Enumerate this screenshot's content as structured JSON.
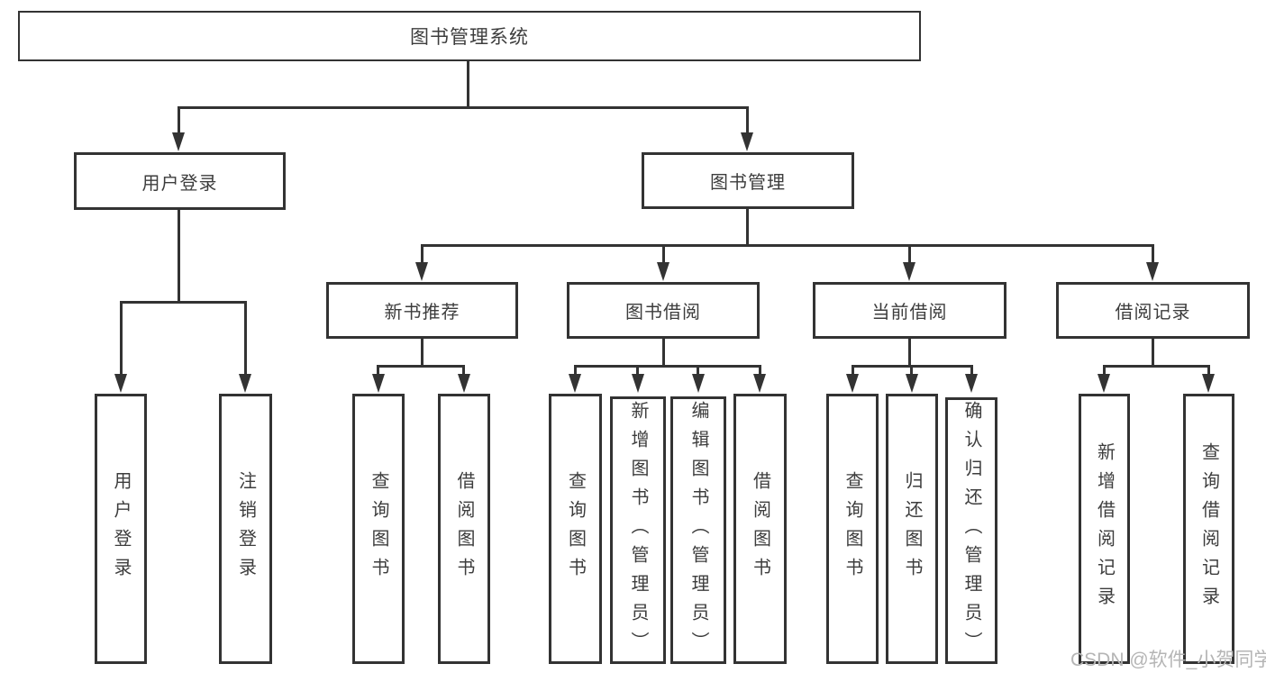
{
  "tree": {
    "label": "图书管理系统",
    "children": [
      {
        "label": "用户登录",
        "children": [
          {
            "label": "用户登录"
          },
          {
            "label": "注销登录"
          }
        ]
      },
      {
        "label": "图书管理",
        "children": [
          {
            "label": "新书推荐",
            "children": [
              {
                "label": "查询图书"
              },
              {
                "label": "借阅图书"
              }
            ]
          },
          {
            "label": "图书借阅",
            "children": [
              {
                "label": "查询图书"
              },
              {
                "label": "新增图书（管理员）"
              },
              {
                "label": "编辑图书（管理员）"
              },
              {
                "label": "借阅图书"
              }
            ]
          },
          {
            "label": "当前借阅",
            "children": [
              {
                "label": "查询图书"
              },
              {
                "label": "归还图书"
              },
              {
                "label": "确认归还（管理员）"
              }
            ]
          },
          {
            "label": "借阅记录",
            "children": [
              {
                "label": "新增借阅记录"
              },
              {
                "label": "查询借阅记录"
              }
            ]
          }
        ]
      }
    ]
  },
  "watermark": "CSDN @软件_小贺同学",
  "colors": {
    "line": "#333333",
    "text": "#3d3d3d",
    "background": "#ffffff",
    "watermark": "#b5b5b5"
  }
}
